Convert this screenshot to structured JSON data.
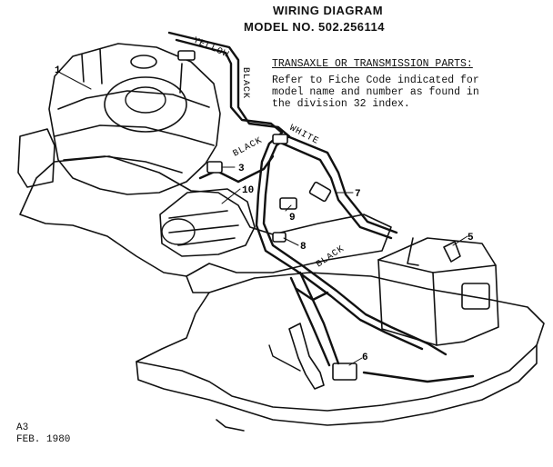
{
  "header": {
    "title": "WIRING DIAGRAM",
    "model": "MODEL NO. 502.256114"
  },
  "note": {
    "heading": "TRANSAXLE OR TRANSMISSION PARTS:",
    "body": "Refer to Fiche Code indicated for\nmodel name and number as found in\nthe division 32 index."
  },
  "wire_labels": {
    "yellow": "YELLOW",
    "black_top": "BLACK",
    "white": "WHITE",
    "black_mid": "BLACK",
    "black_low": "BLACK"
  },
  "callouts": [
    "1",
    "3",
    "10",
    "7",
    "9",
    "8",
    "5",
    "6"
  ],
  "footer": {
    "code": "A3",
    "date": "FEB. 1980"
  }
}
